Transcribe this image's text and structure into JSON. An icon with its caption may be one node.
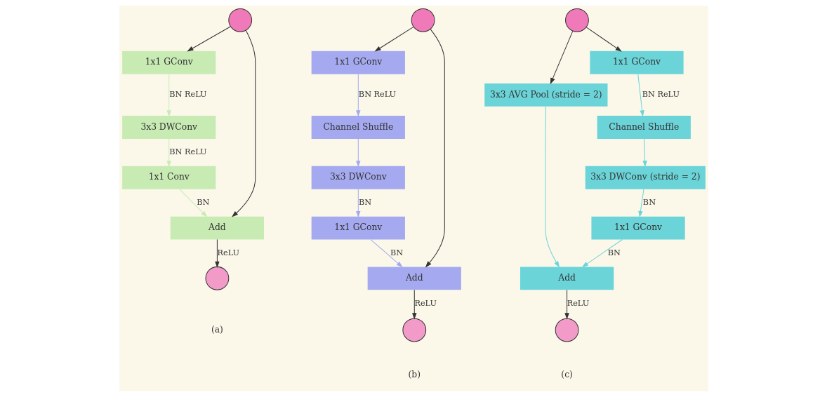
{
  "diagram": {
    "nodes": [
      {
        "text": [],
        "shape": "circle"
      },
      {
        "text": [
          "1x1 GConv"
        ]
      },
      {
        "text": [
          "3x3 DWConv"
        ]
      },
      {
        "text": [
          "1x1 Conv"
        ]
      },
      {
        "text": [
          "Add"
        ]
      },
      {
        "text": [],
        "shape": "circle"
      },
      {
        "text": [],
        "shape": "circle"
      },
      {
        "text": [
          "1x1 GConv"
        ]
      },
      {
        "text": [
          "Channel Shuffle"
        ]
      },
      {
        "text": [
          "3x3 DWConv"
        ]
      },
      {
        "text": [
          "1x1 GConv"
        ]
      },
      {
        "text": [
          "Add"
        ]
      },
      {
        "text": [],
        "shape": "circle"
      },
      {
        "text": [],
        "shape": "circle"
      },
      {
        "text": [
          "3x3 AVG Pool (stride = 2)"
        ]
      },
      {
        "text": [
          "1x1 GConv"
        ]
      },
      {
        "text": [
          "Channel Shuffle"
        ]
      },
      {
        "text": [
          "3x3 DWConv (stride = 2)"
        ]
      },
      {
        "text": [
          "1x1 GConv"
        ]
      },
      {
        "text": [
          "Add"
        ]
      },
      {
        "text": [],
        "shape": "circle"
      }
    ],
    "edges": [
      {
        "from": 0,
        "to": 1,
        "arrow": "to",
        "color": "#333333"
      },
      {
        "from": 1,
        "to": 2,
        "arrow": "to",
        "label": "BN ReLU",
        "color": "#c8ebb4"
      },
      {
        "from": 2,
        "to": 3,
        "arrow": "to",
        "label": "BN ReLU",
        "color": "#c8ebb4"
      },
      {
        "from": 3,
        "to": 4,
        "arrow": "to",
        "label": "BN",
        "color": "#c8ebb4"
      },
      {
        "from": 0,
        "to": 4,
        "arrow": "to",
        "color": "#333333"
      },
      {
        "from": 4,
        "to": 5,
        "arrow": "to",
        "label": "ReLU",
        "color": "#333333"
      },
      {
        "from": 6,
        "to": 7,
        "arrow": "to",
        "color": "#333333"
      },
      {
        "from": 7,
        "to": 8,
        "arrow": "to",
        "label": "BN ReLU",
        "color": "#a5aaf0"
      },
      {
        "from": 8,
        "to": 9,
        "arrow": "to",
        "color": "#a5aaf0"
      },
      {
        "from": 9,
        "to": 10,
        "arrow": "to",
        "label": "BN",
        "color": "#a5aaf0"
      },
      {
        "from": 10,
        "to": 11,
        "arrow": "to",
        "label": "BN",
        "color": "#a5aaf0"
      },
      {
        "from": 6,
        "to": 11,
        "arrow": "to",
        "color": "#333333"
      },
      {
        "from": 11,
        "to": 12,
        "arrow": "to",
        "label": "ReLU",
        "color": "#333333"
      },
      {
        "from": 13,
        "to": 14,
        "arrow": "to",
        "color": "#333333"
      },
      {
        "from": 13,
        "to": 15,
        "arrow": "to",
        "color": "#333333"
      },
      {
        "from": 15,
        "to": 16,
        "arrow": "to",
        "label": "BN ReLU",
        "color": "#6bd4d8"
      },
      {
        "from": 16,
        "to": 17,
        "arrow": "to",
        "color": "#6bd4d8"
      },
      {
        "from": 17,
        "to": 18,
        "arrow": "to",
        "label": "BN",
        "color": "#6bd4d8"
      },
      {
        "from": 18,
        "to": 19,
        "arrow": "to",
        "label": "BN",
        "color": "#6bd4d8"
      },
      {
        "from": 14,
        "to": 19,
        "arrow": "to",
        "color": "#6bd4d8"
      },
      {
        "from": 19,
        "to": 20,
        "arrow": "to",
        "label": "ReLU",
        "color": "#333333"
      }
    ],
    "labels": [
      "(a)",
      "(b)",
      "(c)"
    ]
  }
}
